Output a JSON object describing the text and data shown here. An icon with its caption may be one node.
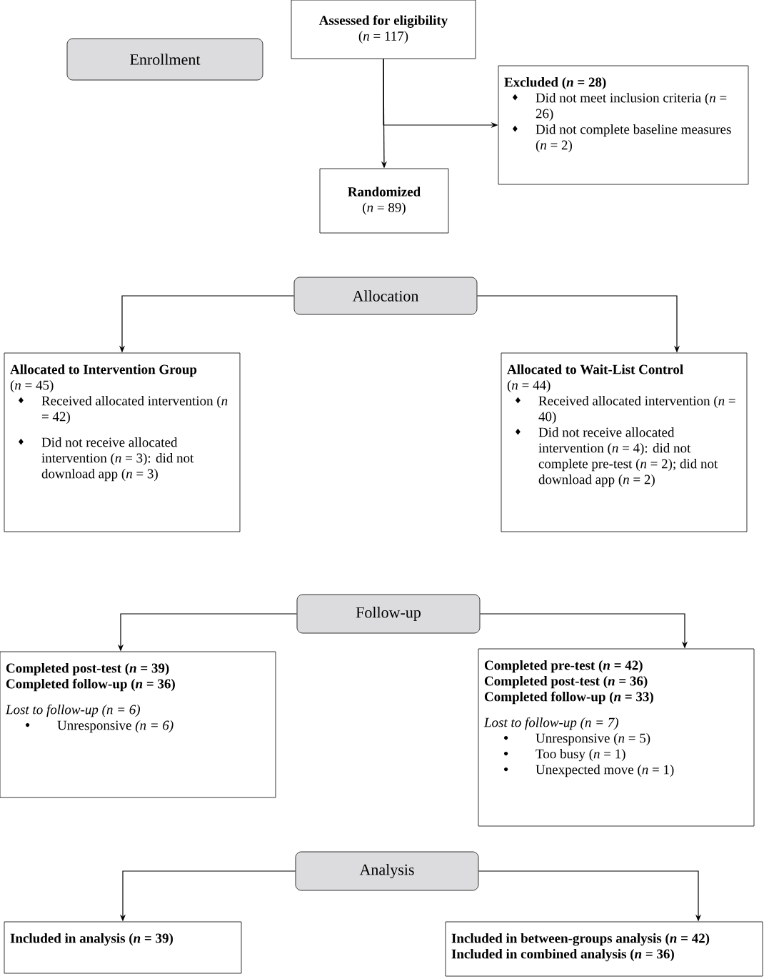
{
  "diagram": {
    "nodes": [
      {
        "text": [
          "Enrollment"
        ]
      },
      {
        "text": [
          "Assessed for eligibility",
          "(*n* = 117)"
        ]
      },
      {
        "text": [
          "Excluded (*n* = 28)",
          "Did not meet inclusion criteria (*n* = 26)",
          "Did not complete baseline measures (*n* = 2)"
        ]
      },
      {
        "text": [
          "Randomized",
          "(*n* = 89)"
        ]
      },
      {
        "text": [
          "Allocation"
        ]
      },
      {
        "text": [
          "Allocated to Intervention Group",
          "(*n* = 45)",
          "Received allocated intervention (*n* = 42)",
          "Did not receive allocated intervention (*n* = 3): did not download app (*n* = 3)"
        ]
      },
      {
        "text": [
          "Allocated to Wait-List Control",
          "(*n* = 44)",
          "Received allocated intervention (*n* = 40)",
          "Did not receive allocated intervention (*n* = 4): did not complete pre-test (*n* = 2); did not download app (*n* = 2)"
        ]
      },
      {
        "text": [
          "Follow-up"
        ]
      },
      {
        "text": [
          "Completed post-test (*n* = 39)",
          "Completed follow-up (*n* = 36)",
          "Lost to follow-up (n = 6)",
          "Unresponsive *(n = 6)*"
        ]
      },
      {
        "text": [
          "Completed pre-test (*n* = 42)",
          "Completed post-test (*n* = 36)",
          "Completed follow-up (*n* = 33)",
          "Lost to follow-up (n = 7)",
          "Unresponsive (*n* = 5)",
          "Too busy (*n* = 1)",
          "Unexpected move (*n* = 1)"
        ]
      },
      {
        "text": [
          "Analysis"
        ]
      },
      {
        "text": [
          "Included in analysis (*n* = 39)"
        ]
      },
      {
        "text": [
          "Included in between-groups analysis (*n* = 42)",
          "Included in combined analysis (*n* = 36)"
        ]
      }
    ],
    "edges": [
      {
        "from": 1,
        "to": 3,
        "arrow": "to"
      },
      {
        "from": 1,
        "to": 2,
        "arrow": "to"
      },
      {
        "from": 4,
        "to": 5,
        "arrow": "to"
      },
      {
        "from": 4,
        "to": 6,
        "arrow": "to"
      },
      {
        "from": 7,
        "to": 8,
        "arrow": "to"
      },
      {
        "from": 7,
        "to": 9,
        "arrow": "to"
      },
      {
        "from": 10,
        "to": 11,
        "arrow": "to"
      },
      {
        "from": 10,
        "to": 12,
        "arrow": "to"
      }
    ]
  }
}
